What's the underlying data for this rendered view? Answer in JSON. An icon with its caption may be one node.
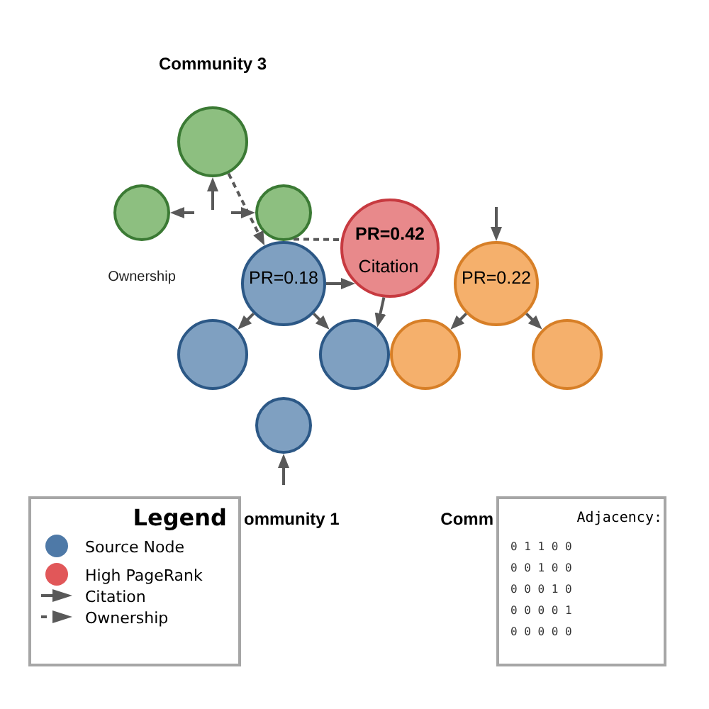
{
  "diagram": {
    "nodes": [
      {
        "text": [],
        "shape": "circle"
      },
      {
        "text": [],
        "shape": "circle"
      },
      {
        "text": [],
        "shape": "circle"
      },
      {
        "text": [
          "PR=0.42"
        ]
      },
      {
        "text": [
          "PR=0.18"
        ]
      },
      {
        "text": [
          "PR=0.22"
        ]
      },
      {
        "text": [],
        "shape": "circle"
      },
      {
        "text": [],
        "shape": "circle"
      },
      {
        "text": [],
        "shape": "circle"
      },
      {
        "text": [],
        "shape": "circle"
      },
      {
        "text": [],
        "shape": "circle"
      },
      {
        "text": [
          "Adjacency:",
          "0 1 1 0 0",
          "0 0 1 0 0",
          "0 0 0 1 0",
          "0 0 0 0 1",
          "0 0 0 0 0"
        ]
      }
    ],
    "edges": [
      {
        "from": null,
        "to": 0,
        "arrow": "to"
      },
      {
        "from": null,
        "to": 1,
        "arrow": "to"
      },
      {
        "from": null,
        "to": 2,
        "arrow": "to"
      },
      {
        "from": 0,
        "to": 4,
        "arrow": "to",
        "style": "dashed"
      },
      {
        "from": 2,
        "to": 3,
        "arrow": "none",
        "style": "dashed",
        "label": "Citation"
      },
      {
        "from": 4,
        "to": 3,
        "arrow": "to"
      },
      {
        "from": 3,
        "to": 7,
        "arrow": "to"
      },
      {
        "from": null,
        "to": 5,
        "arrow": "to"
      },
      {
        "from": 5,
        "to": 8,
        "arrow": "to"
      },
      {
        "from": 5,
        "to": 9,
        "arrow": "to"
      },
      {
        "from": 4,
        "to": 6,
        "arrow": "to"
      },
      {
        "from": 4,
        "to": 7,
        "arrow": "to"
      },
      {
        "from": null,
        "to": 10,
        "arrow": "to"
      }
    ],
    "labels": [
      "Community 3",
      "Ownership",
      "Legend",
      "ommunity 1",
      "Comm"
    ],
    "legend": [
      {
        "text": "Source Node",
        "color": "#4e79a7"
      },
      {
        "text": "High PageRank",
        "color": "#e15759"
      },
      {
        "text": "Citation"
      },
      {
        "text": "Ownership"
      }
    ]
  }
}
